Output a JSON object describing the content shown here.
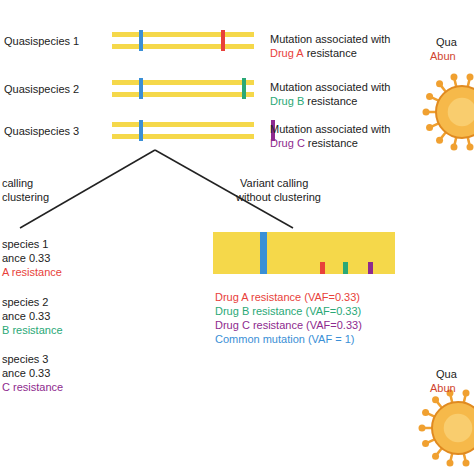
{
  "diagram": {
    "labels": [
      "Quasispecies 1",
      "Mutation associated with",
      "Drug A",
      "resistance",
      "Quasispecies 2",
      "Mutation associated with",
      "Drug B",
      "resistance",
      "Quasispecies 3",
      "Mutation associated with",
      "Drug C",
      "resistance",
      "Qua",
      "Abun",
      "calling",
      "clustering",
      "Variant calling",
      "without clustering",
      "species 1",
      "ance 0.33",
      "A resistance",
      "species 2",
      "ance 0.33",
      "B resistance",
      "species 3",
      "ance 0.33",
      "C resistance",
      "Drug A resistance (VAF=0.33)",
      "Drug B resistance (VAF=0.33)",
      "Drug C resistance (VAF=0.33)",
      "Common mutation (VAF = 1)",
      "Qua",
      "Abun"
    ]
  }
}
